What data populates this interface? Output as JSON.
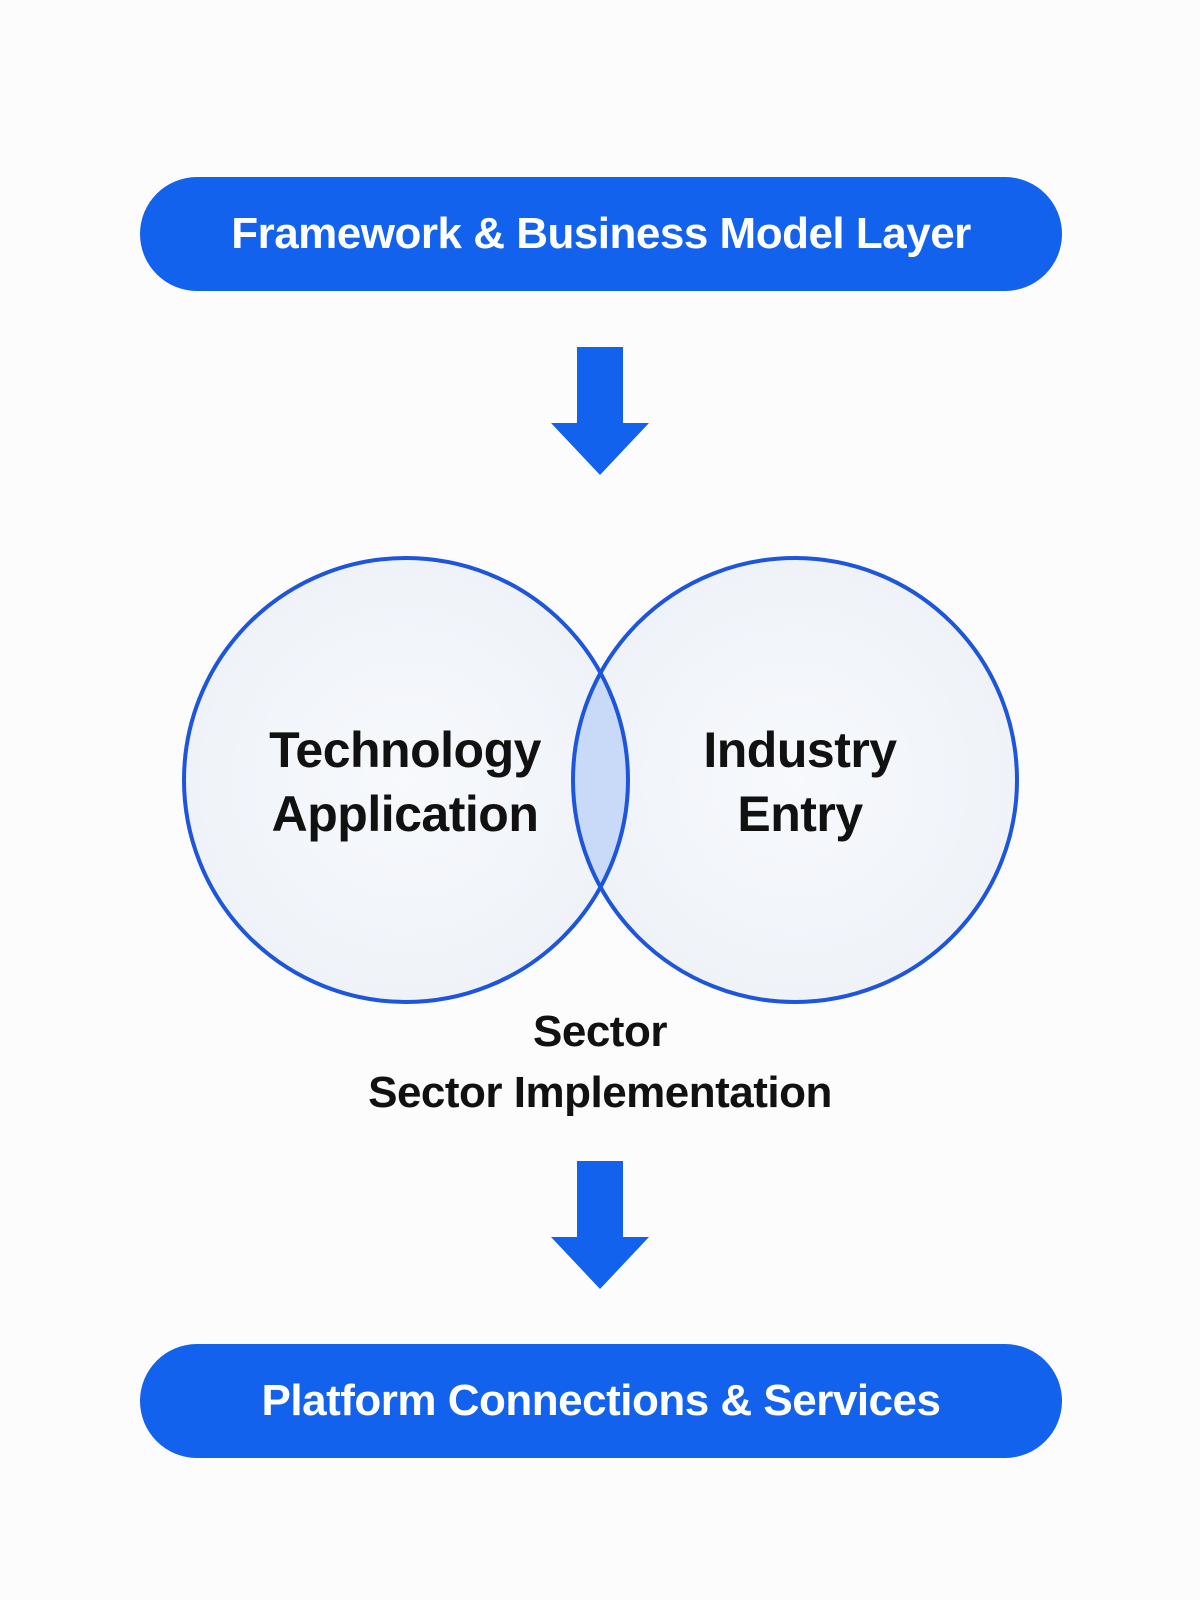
{
  "diagram": {
    "top_layer": "Framework & Business Model Layer",
    "bottom_layer": "Platform Connections & Services",
    "venn": {
      "left_circle": {
        "line1": "Technology",
        "line2": "Application"
      },
      "right_circle": {
        "line1": "Industry",
        "line2": "Entry"
      },
      "overlap_caption": {
        "line1": "Sector",
        "line2": "Sector Implementation"
      }
    }
  },
  "colors": {
    "accent": "#1362ee",
    "circle_stroke": "#1d55dc",
    "circle_fill": "#f1f4fa",
    "overlap_fill": "#c8daf7",
    "text": "#111111",
    "background": "#fcfcfc"
  },
  "icons": {
    "arrows": [
      "arrow-down-icon",
      "arrow-down-icon"
    ]
  }
}
